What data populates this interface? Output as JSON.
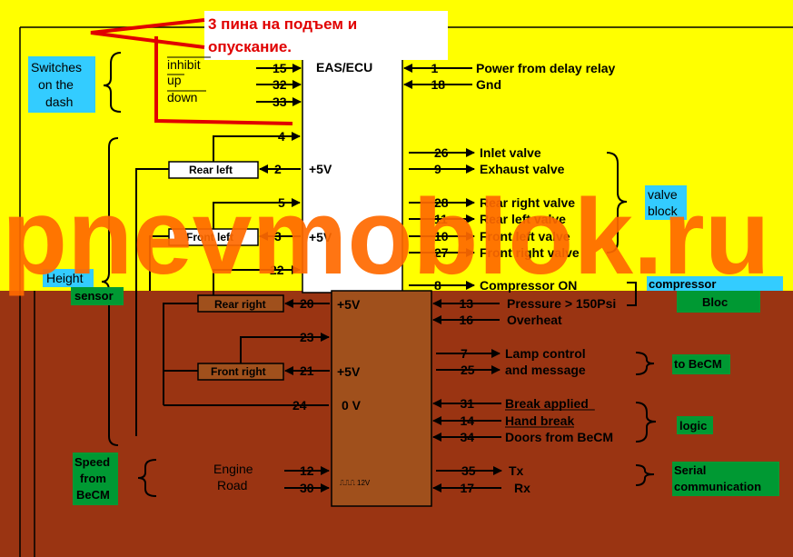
{
  "colors": {
    "yellow": "#ffff00",
    "brown": "#9a3412",
    "cyan": "#33ccff",
    "green": "#009933",
    "watermark": "#ff6a00",
    "red": "#e00000",
    "ecu_white": "#ffffff",
    "ecu_brown": "#a0501c"
  },
  "note": {
    "line1": "3 пина на подъем и",
    "line2": "опускание."
  },
  "ecu": {
    "title": "EAS/ECU",
    "supply_2": "+5V",
    "supply_3": "+5V",
    "supply_20": "+5V",
    "supply_21": "+5V",
    "ground_24": "0 V",
    "wave": "⎍⎍⎍ 12V"
  },
  "labels": {
    "switches": [
      "Switches",
      "on the",
      "dash"
    ],
    "inhibit": "inhibit",
    "up": "up",
    "down": "down",
    "height": "Height",
    "sensor": "sensor",
    "valve_block": [
      "valve",
      "block"
    ],
    "compressor": [
      "compressor",
      "Bloc"
    ],
    "becm": "to BeCM",
    "logic": "logic",
    "serial": [
      "Serial",
      "communication"
    ],
    "speed": [
      "Speed",
      "from",
      "BeCM"
    ],
    "engine": "Engine",
    "road": "Road",
    "watermark": "pnevmoblok.ru"
  },
  "sensors": {
    "rear_left": "Rear left",
    "front_left": "Front left",
    "rear_right": "Rear right",
    "front_right": "Front right"
  },
  "pins_left": {
    "p15": "15",
    "p32": "32",
    "p33": "33",
    "p4": "4",
    "p2": "2",
    "p5": "5",
    "p3": "3",
    "p22": "22",
    "p20": "20",
    "p23": "23",
    "p21": "21",
    "p24": "24",
    "p12": "12",
    "p30": "30"
  },
  "pins_right": [
    {
      "pin": "1",
      "label": "Power from delay relay"
    },
    {
      "pin": "18",
      "label": "Gnd"
    },
    {
      "pin": "26",
      "label": "Inlet valve"
    },
    {
      "pin": "9",
      "label": "Exhaust valve"
    },
    {
      "pin": "28",
      "label": "Rear right valve"
    },
    {
      "pin": "11",
      "label": "Rear left valve"
    },
    {
      "pin": "10",
      "label": "Front left valve"
    },
    {
      "pin": "27",
      "label": "Front right valve"
    },
    {
      "pin": "8",
      "label": "Compressor ON"
    },
    {
      "pin": "13",
      "label": "Pressure > 150Psi"
    },
    {
      "pin": "16",
      "label": "Overheat"
    },
    {
      "pin": "7",
      "label": "Lamp control"
    },
    {
      "pin": "25",
      "label": "and message"
    },
    {
      "pin": "31",
      "label": "Break applied"
    },
    {
      "pin": "14",
      "label": "Hand break"
    },
    {
      "pin": "34",
      "label": "Doors from BeCM"
    },
    {
      "pin": "35",
      "label": "Tx"
    },
    {
      "pin": "17",
      "label": "Rx"
    }
  ]
}
